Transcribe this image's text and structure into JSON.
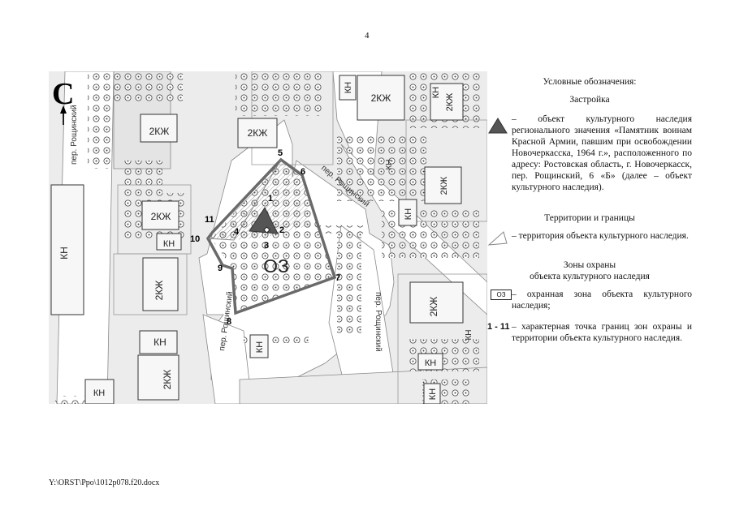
{
  "page": {
    "number": "4",
    "footer_path": "Y:\\ORST\\Ppo\\1012p078.f20.docx"
  },
  "map": {
    "north_letter": "С",
    "zone_label": "ОЗ",
    "streets": [
      "пер. Рощинский",
      "пер. Рощинский",
      "пер. Рощинский",
      "пер. Рощинский"
    ],
    "building_labels": [
      "КН",
      "2КЖ",
      "2КЖ",
      "2КЖ",
      "КН",
      "КН",
      "2КЖ",
      "2КЖ",
      "КН",
      "КН",
      "2КЖ",
      "КН",
      "КН",
      "2КЖ",
      "КН",
      "2КЖ",
      "КН",
      "КН",
      "2КЖ",
      "КН",
      "КН"
    ],
    "boundary_points": [
      "1",
      "2",
      "3",
      "4",
      "5",
      "6",
      "7",
      "8",
      "9",
      "10",
      "11"
    ],
    "colors": {
      "boundary": "#6a6a6a",
      "monument": "#555555",
      "building_fill": "#f6f6f6",
      "block_fill": "#e9e9e9",
      "street_fill": "#ffffff"
    }
  },
  "legend": {
    "title": "Условные обозначения:",
    "section_buildings": "Застройка",
    "monument_desc": "– объект культурного наследия регионального значения «Памятник воинам Красной Армии, павшим при освобождении Новочеркасска, 1964 г.», расположенного по адресу: Ростовская область, г. Новочеркасск, пер. Рощинский, 6 «Б» (далее – объект культурного наследия).",
    "section_territories": "Территории и границы",
    "territory_desc": "– территория объекта культурного наследия.",
    "section_zones_line1": "Зоны охраны",
    "section_zones_line2": "объекта культурного наследия",
    "zone_symbol": "ОЗ",
    "zone_desc": "– охранная зона объекта культурного наследия;",
    "points_range": "1 - 11",
    "points_desc": "– характерная точка границ зон охраны и территории объекта культурного наследия."
  }
}
